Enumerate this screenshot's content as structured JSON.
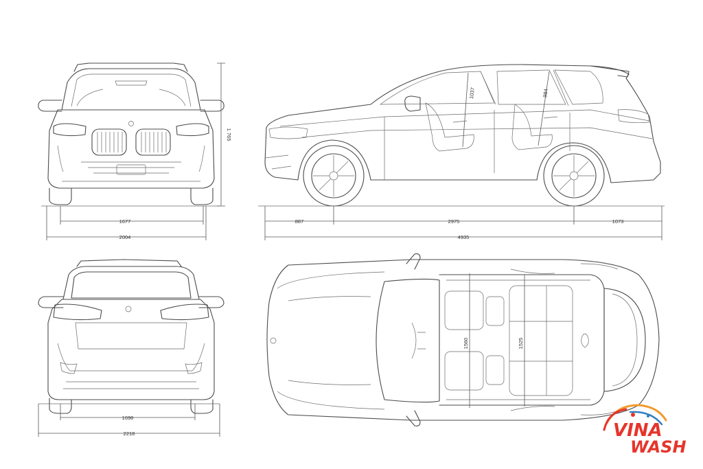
{
  "dimensions": {
    "height": "1 765",
    "front_track": "1677",
    "overall_width": "2004",
    "front_overhang": "887",
    "wheelbase": "2975",
    "rear_overhang": "1073",
    "overall_length": "4935",
    "front_headroom": "1037",
    "rear_headroom": "984",
    "rear_track": "1698",
    "width_with_mirrors": "2218",
    "front_shoulder_width": "1560",
    "rear_shoulder_width": "1525"
  },
  "watermark": {
    "word1": "VINA",
    "word2": "WASH",
    "colors": {
      "red": "#e6352b",
      "orange": "#f29a2e",
      "blue": "#2f7fc1"
    }
  }
}
